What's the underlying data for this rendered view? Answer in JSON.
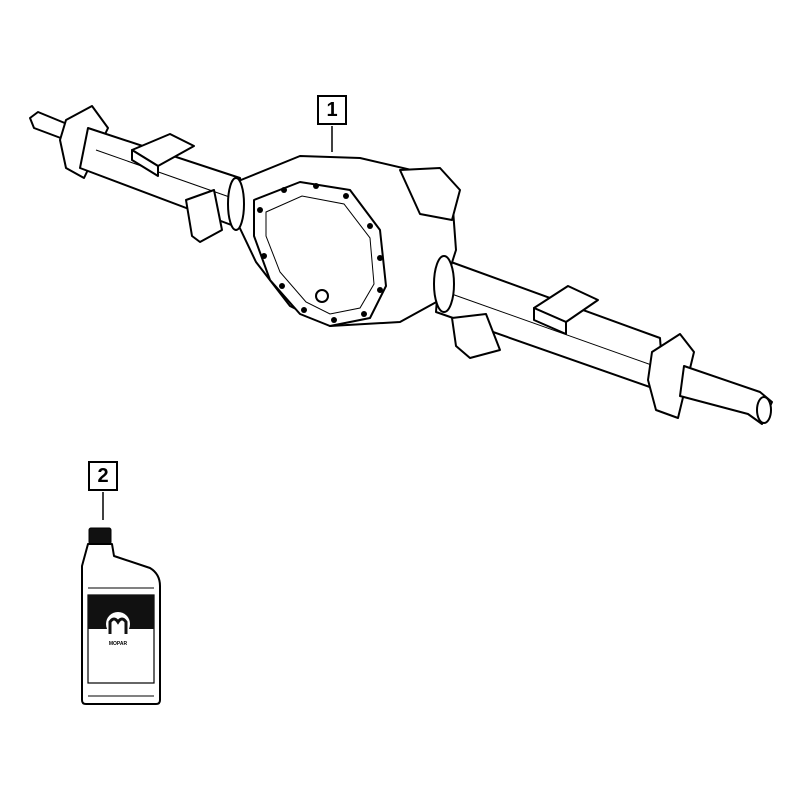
{
  "callouts": [
    {
      "label": "1",
      "part": "axle-assembly"
    },
    {
      "label": "2",
      "part": "lubricant-bottle"
    }
  ],
  "bottle": {
    "logo_text": "MOPAR"
  },
  "colors": {
    "line": "#000000",
    "background": "#ffffff"
  }
}
